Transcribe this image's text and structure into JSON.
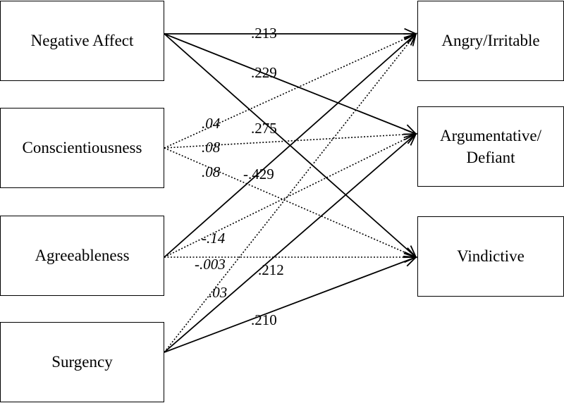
{
  "predictors": [
    {
      "id": "na",
      "label": "Negative Affect"
    },
    {
      "id": "co",
      "label": "Conscientiousness"
    },
    {
      "id": "ag",
      "label": "Agreeableness"
    },
    {
      "id": "su",
      "label": "Surgency"
    }
  ],
  "outcomes": [
    {
      "id": "ai",
      "label": "Angry/Irritable"
    },
    {
      "id": "ad",
      "label": "Argumentative/\nDefiant"
    },
    {
      "id": "vi",
      "label": "Vindictive"
    }
  ],
  "paths": [
    {
      "from": "na",
      "to": "ai",
      "coef": ".213",
      "significant": true
    },
    {
      "from": "na",
      "to": "ad",
      "coef": ".229",
      "significant": true
    },
    {
      "from": "na",
      "to": "vi",
      "coef": ".275",
      "significant": true
    },
    {
      "from": "co",
      "to": "ai",
      "coef": ".04",
      "significant": false
    },
    {
      "from": "co",
      "to": "ad",
      "coef": ".08",
      "significant": false
    },
    {
      "from": "co",
      "to": "vi",
      "coef": ".08",
      "significant": false
    },
    {
      "from": "ag",
      "to": "ai",
      "coef": "-.429",
      "significant": true
    },
    {
      "from": "ag",
      "to": "ad",
      "coef": "-.14",
      "significant": false
    },
    {
      "from": "ag",
      "to": "vi",
      "coef": "-.003",
      "significant": false
    },
    {
      "from": "su",
      "to": "ai",
      "coef": ".03",
      "significant": false
    },
    {
      "from": "su",
      "to": "ad",
      "coef": ".212",
      "significant": true
    },
    {
      "from": "su",
      "to": "vi",
      "coef": ".210",
      "significant": true
    }
  ],
  "style": {
    "line_color": "#000000",
    "significant_line": "solid",
    "nonsignificant_line": "dotted"
  }
}
